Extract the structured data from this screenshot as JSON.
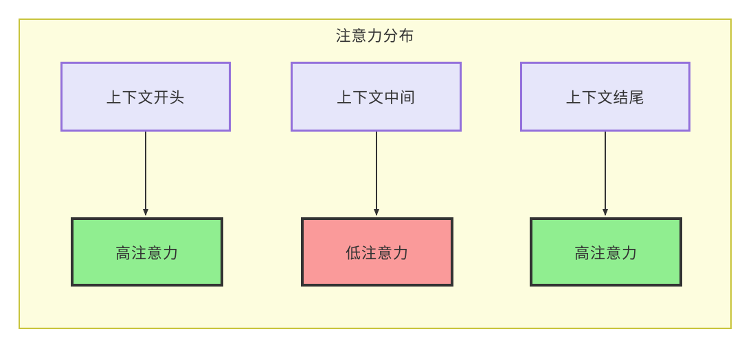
{
  "diagram": {
    "title": "注意力分布",
    "colors": {
      "container_fill": "#fdfdde",
      "container_border": "#c8c43c",
      "context_fill": "#e6e6fa",
      "context_border": "#9370db",
      "high_attention_fill": "#90ee90",
      "low_attention_fill": "#fa9a9a",
      "node_border": "#333333",
      "text": "#333333"
    },
    "columns": [
      {
        "source": {
          "label": "上下文开头"
        },
        "target": {
          "label": "高注意力",
          "level": "high"
        }
      },
      {
        "source": {
          "label": "上下文中间"
        },
        "target": {
          "label": "低注意力",
          "level": "low"
        }
      },
      {
        "source": {
          "label": "上下文结尾"
        },
        "target": {
          "label": "高注意力",
          "level": "high"
        }
      }
    ]
  }
}
